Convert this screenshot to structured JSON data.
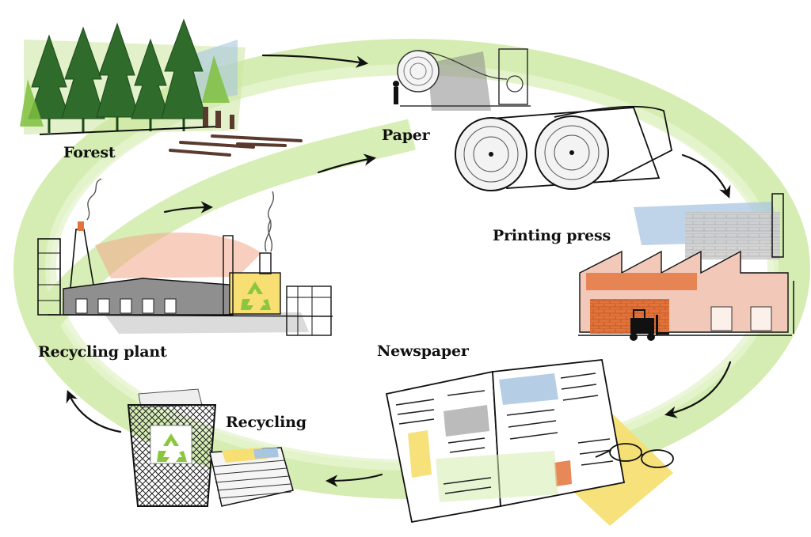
{
  "diagram": {
    "stages": [
      {
        "id": "forest",
        "label": "Forest"
      },
      {
        "id": "paper",
        "label": "Paper"
      },
      {
        "id": "printing_press",
        "label": "Printing press"
      },
      {
        "id": "newspaper",
        "label": "Newspaper"
      },
      {
        "id": "recycling",
        "label": "Recycling"
      },
      {
        "id": "recycling_plant",
        "label": "Recycling plant"
      }
    ],
    "flow": [
      {
        "from": "forest",
        "to": "paper"
      },
      {
        "from": "paper",
        "to": "printing_press"
      },
      {
        "from": "printing_press",
        "to": "newspaper"
      },
      {
        "from": "newspaper",
        "to": "recycling"
      },
      {
        "from": "recycling",
        "to": "recycling_plant"
      },
      {
        "from": "recycling_plant",
        "to": "paper"
      }
    ],
    "colors": {
      "loop_green": "#d3ecae",
      "forest_green": "#2f6b2a",
      "recycle_green": "#8cc63f",
      "brick_orange": "#e2733a",
      "sky_blue": "#a9c6e0",
      "note_yellow": "#f7df73",
      "ink": "#111111"
    }
  }
}
